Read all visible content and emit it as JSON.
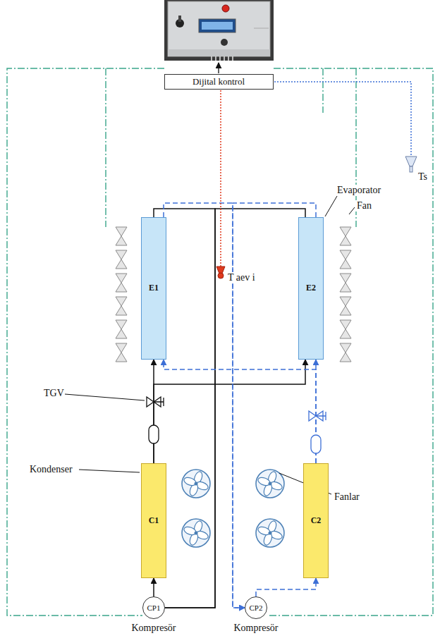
{
  "diagram": {
    "nodes": [
      {
        "text": [
          "Dijital kontrol"
        ]
      },
      {
        "text": [
          "E1"
        ]
      },
      {
        "text": [
          "E2"
        ]
      },
      {
        "text": [
          "C1"
        ]
      },
      {
        "text": [
          "C2"
        ]
      },
      {
        "text": [
          "CP1",
          "Kompresör"
        ]
      },
      {
        "text": [
          "CP2",
          "Kompresör"
        ]
      }
    ],
    "edges": [
      {
        "from": 5,
        "to": 3,
        "arrow": "to"
      },
      {
        "from": 3,
        "to": 1,
        "arrow": "to"
      },
      {
        "from": 3,
        "to": 2,
        "arrow": "to"
      },
      {
        "from": 1,
        "to": 5,
        "arrow": "none"
      },
      {
        "from": 2,
        "to": 5,
        "arrow": "none"
      },
      {
        "from": 6,
        "to": 4,
        "arrow": "to"
      },
      {
        "from": 4,
        "to": 2,
        "arrow": "to"
      },
      {
        "from": 4,
        "to": 1,
        "arrow": "to"
      },
      {
        "from": 1,
        "to": 6,
        "arrow": "to"
      },
      {
        "from": 2,
        "to": 6,
        "arrow": "to"
      }
    ],
    "labels": [
      "Ts",
      "Evaporator",
      "Fan",
      "T aev i",
      "TGV",
      "Kondenser",
      "Fanlar"
    ]
  }
}
